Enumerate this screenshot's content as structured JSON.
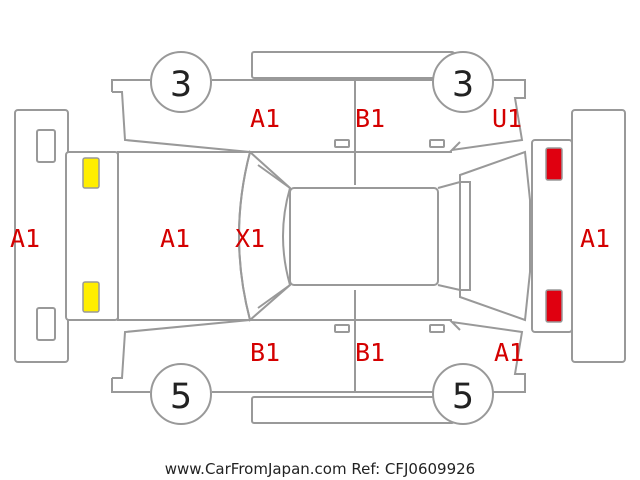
{
  "diagram": {
    "tire_tread": {
      "front_left": "3",
      "rear_left": "3",
      "front_right": "5",
      "rear_right": "5"
    },
    "damage_codes": {
      "front_bumper": "A1",
      "hood": "A1",
      "windshield": "X1",
      "front_door_left": "A1",
      "rear_door_left": "B1",
      "rear_quarter_left": "U1",
      "front_door_right": "B1",
      "rear_door_right": "B1",
      "rear_quarter_right": "A1",
      "rear_bumper": "A1"
    },
    "colors": {
      "marker_line": "#999999",
      "code_text": "#d40000",
      "headlight_fill": "#ffee00",
      "taillight_fill": "#e00010"
    },
    "footer": "www.CarFromJapan.com Ref: CFJ0609926"
  }
}
